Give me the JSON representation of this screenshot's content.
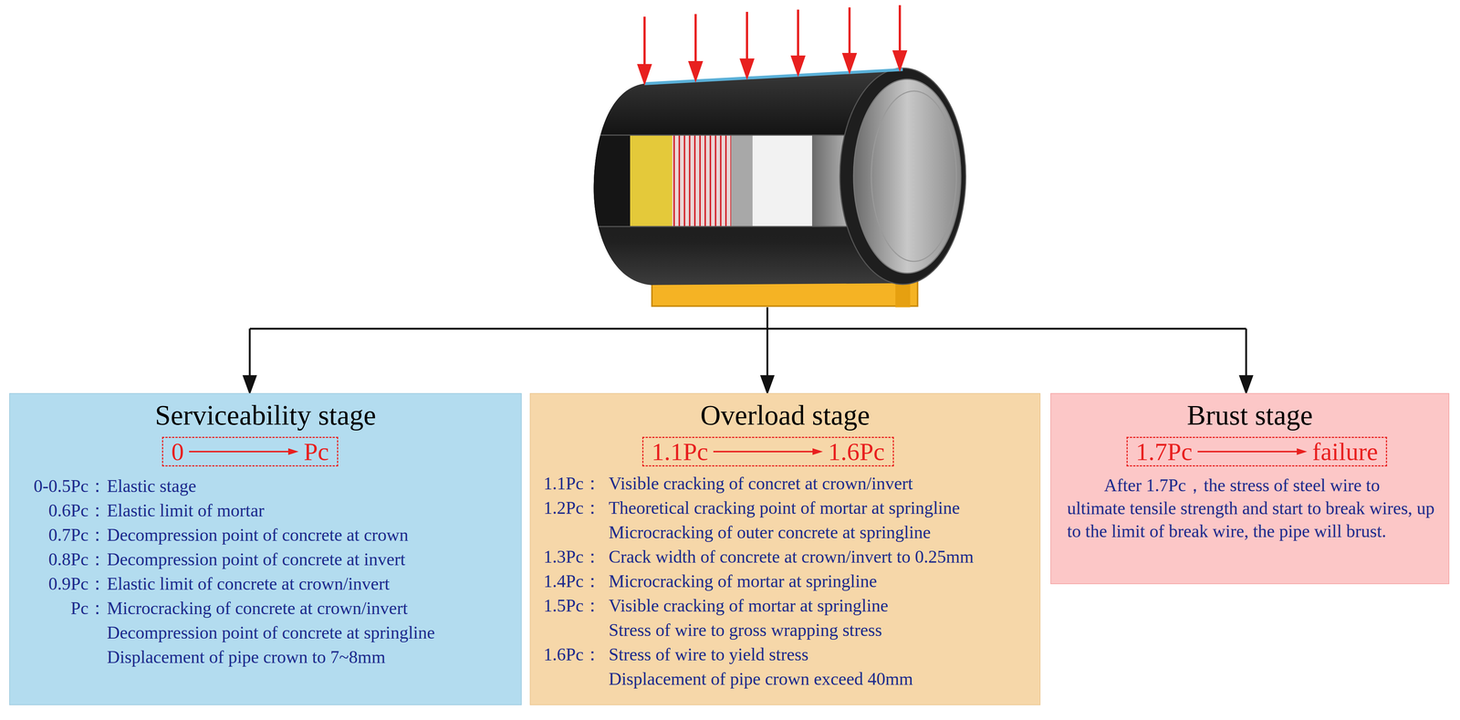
{
  "diagram": {
    "nodes": [
      {
        "text": [
          "Serviceability stage",
          "0-0.5Pc：",
          "Elastic stage",
          "0.6Pc：",
          "Elastic limit of mortar",
          "0.7Pc：",
          "Decompression point of concrete at crown",
          "0.8Pc：",
          "Decompression point of concrete at invert",
          "0.9Pc：",
          "Elastic limit of concrete at crown/invert",
          "Pc：",
          "Microcracking of concrete at crown/invert",
          "Decompression point of concrete at springline",
          "Displacement of pipe crown to 7~8mm"
        ]
      },
      {
        "text": [
          "0",
          "Pc"
        ],
        "in": 0
      },
      {
        "text": [
          "Overload stage",
          "1.1Pc：",
          "Visible cracking of concret at crown/invert",
          "1.2Pc：",
          "Theoretical cracking point of mortar at springline",
          "Microcracking of outer concrete at springline",
          "1.3Pc：",
          "Crack width of concrete at crown/invert to 0.25mm",
          "1.4Pc：",
          "Microcracking of mortar at springline",
          "1.5Pc：",
          "Visible cracking of mortar at springline",
          "Stress of wire to gross wrapping stress",
          "1.6Pc：",
          "Stress of wire to yield stress",
          "Displacement of pipe crown exceed 40mm"
        ]
      },
      {
        "text": [
          "1.1Pc",
          "1.6Pc"
        ],
        "in": 2
      },
      {
        "text": [
          "Brust stage",
          "After 1.7Pc，the stress of steel wire to ultimate tensile strength and start to break wires, up to the limit of break wire, the pipe will brust."
        ]
      },
      {
        "text": [
          "1.7Pc",
          "failure"
        ],
        "in": 4
      }
    ]
  }
}
